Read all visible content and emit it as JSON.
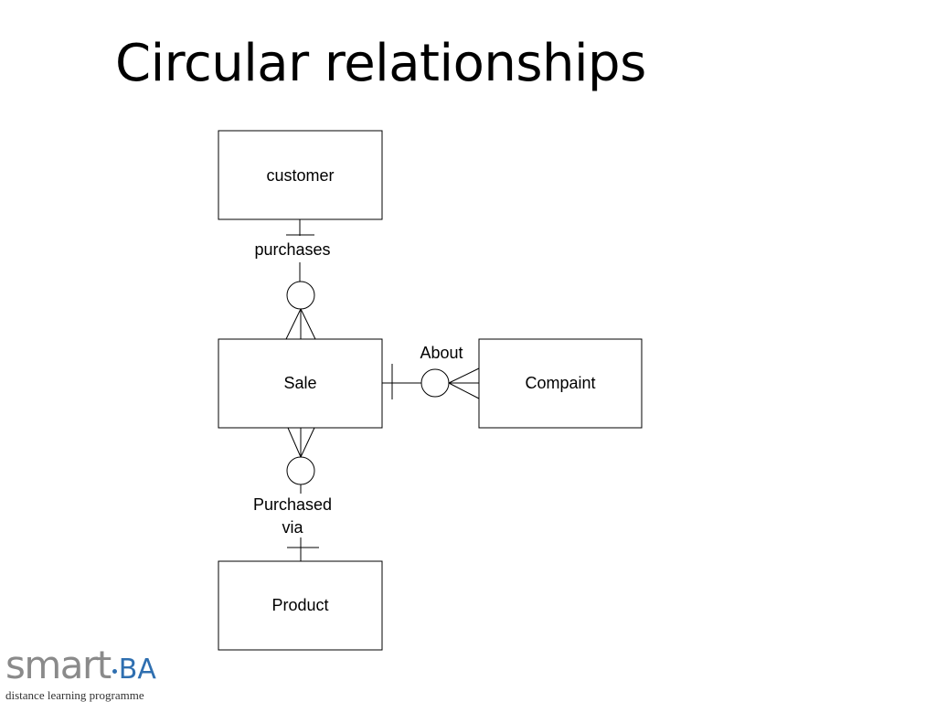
{
  "slide": {
    "title": "Circular relationships"
  },
  "diagram": {
    "entities": {
      "customer": "customer",
      "sale": "Sale",
      "complaint": "Compaint",
      "product": "Product"
    },
    "relationships": {
      "purchases": "purchases",
      "about": "About",
      "purchased_via_line1": "Purchased",
      "purchased_via_line2": "via"
    }
  },
  "logo": {
    "smart": "smart",
    "ba": "BA",
    "tagline": "distance learning programme"
  },
  "colors": {
    "line": "#000000",
    "logo_grey": "#8a8a8a",
    "logo_blue": "#2f6fb0"
  }
}
